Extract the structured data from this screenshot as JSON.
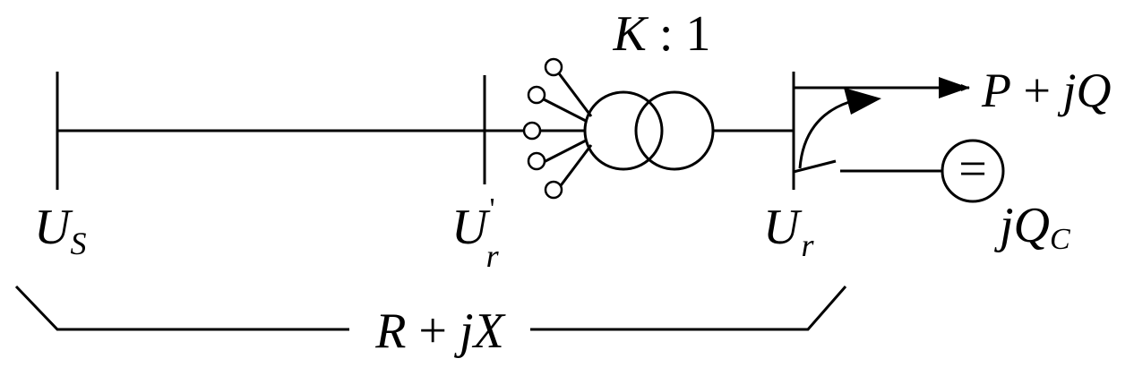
{
  "transformer": {
    "ratio_k": "K",
    "ratio_sep": " : ",
    "ratio_n": "1"
  },
  "buses": {
    "sending": {
      "main": "U",
      "sub": "S"
    },
    "intermediate": {
      "main": "U",
      "sup": "'",
      "sub": "r"
    },
    "receiving": {
      "main": "U",
      "sub": "r"
    }
  },
  "load": {
    "p": "P",
    "plus": " + ",
    "jq": "jQ"
  },
  "compensator": {
    "main": "jQ",
    "sub": "C",
    "symbol": "="
  },
  "impedance": {
    "r": "R",
    "plus": " + ",
    "jx": "jX"
  }
}
